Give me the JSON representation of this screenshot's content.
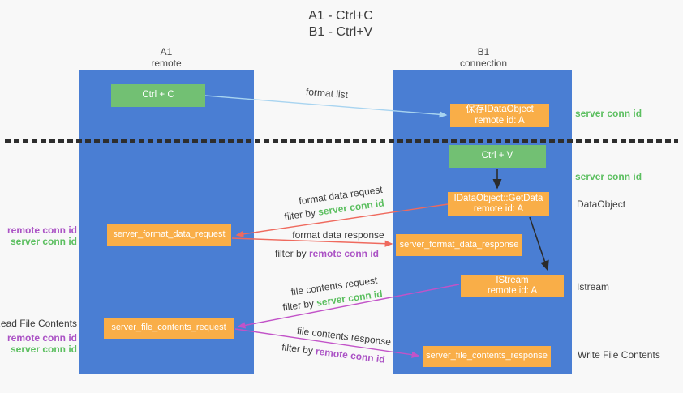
{
  "title": {
    "line1": "A1 - Ctrl+C",
    "line2": "B1 - Ctrl+V"
  },
  "columns": {
    "a": {
      "name": "A1",
      "subtitle": "remote"
    },
    "b": {
      "name": "B1",
      "subtitle": "connection"
    }
  },
  "nodes": {
    "ctrl_c": {
      "label": "Ctrl + C"
    },
    "ctrl_v": {
      "label": "Ctrl + V"
    },
    "save_idataobject": {
      "line1": "保存IDataObject",
      "line2": "remote id: A"
    },
    "getdata": {
      "line1": "IDataObject::GetData",
      "line2": "remote id: A"
    },
    "istream": {
      "line1": "IStream",
      "line2": "remote id: A"
    },
    "server_format_data_request": {
      "label": "server_format_data_request"
    },
    "server_format_data_response": {
      "label": "server_format_data_response"
    },
    "server_file_contents_request": {
      "label": "server_file_contents_request"
    },
    "server_file_contents_response": {
      "label": "server_file_contents_response"
    }
  },
  "side_labels": {
    "server_conn_id_top": "server conn id",
    "server_conn_id_mid": "server conn id",
    "dataobject": "DataObject",
    "istream": "Istream",
    "write_file_contents": "Write File Contents",
    "read_file_contents": "Read File Contents",
    "request_remote_conn_id": "remote conn id",
    "request_server_conn_id": "server conn id",
    "file_remote_conn_id": "remote conn id",
    "file_server_conn_id": "server conn id"
  },
  "arrow_labels": {
    "format_list": "format list",
    "format_data_request": "format data request",
    "format_data_response": "format data response",
    "file_contents_request": "file contents request",
    "file_contents_response": "file contents response",
    "filter_by": "filter by ",
    "server_conn_id": "server conn id",
    "remote_conn_id": "remote conn id"
  },
  "colors": {
    "background": "#f8f8f8",
    "column_blue": "#4a7ed3",
    "node_orange": "#f9ae48",
    "key_green": "#72c073",
    "green_text": "#5cbf60",
    "purple_text": "#ab53c5",
    "red_arrow": "#ef6a5e",
    "magenta_arrow": "#c253c8",
    "lightblue_arrow": "#a8d4f0",
    "black_arrow": "#2b2b2b",
    "dotted_line": "#2e2e2e"
  }
}
